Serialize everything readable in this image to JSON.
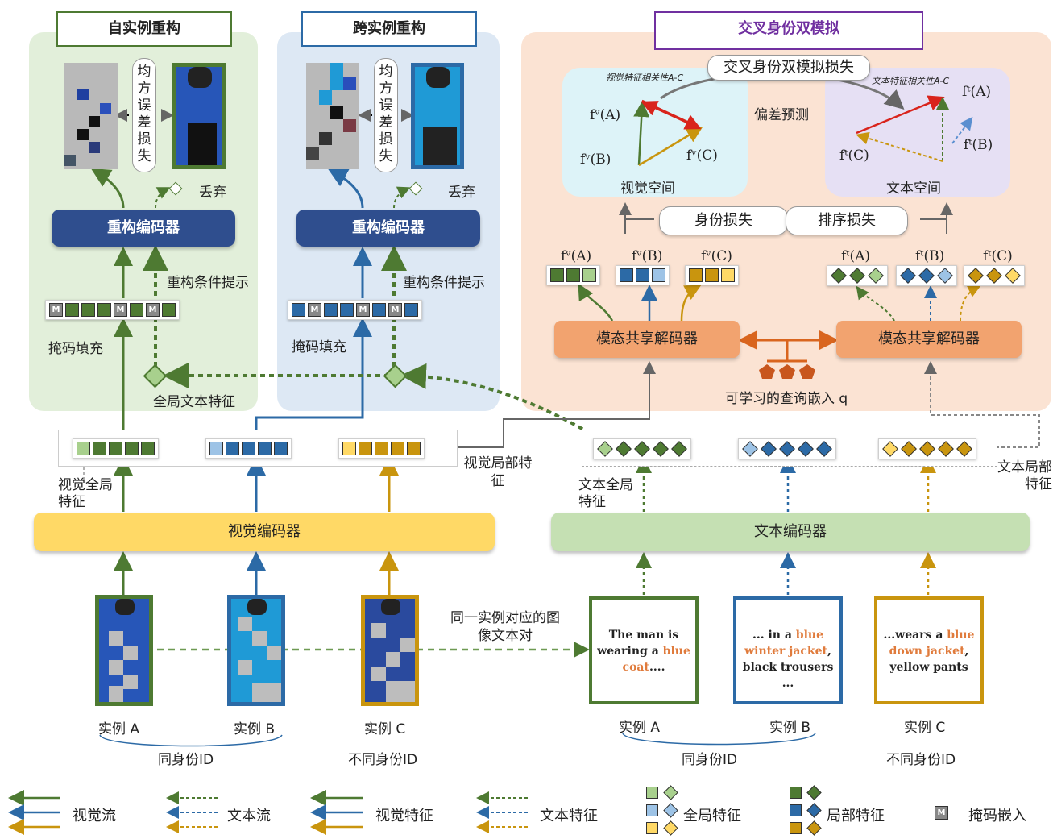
{
  "titles": {
    "self_recon": "自实例重构",
    "cross_recon": "跨实例重构",
    "cross_identity": "交叉身份双模拟"
  },
  "recon_panel": {
    "mse_loss": "均方误差损失",
    "discard": "丢弃",
    "recon_encoder": "重构编码器",
    "recon_prompt": "重构条件提示",
    "mask_fill": "掩码填充",
    "global_text_feature": "全局文本特征",
    "mask_token": "M"
  },
  "cross_panel": {
    "loss_title": "交叉身份双模拟损失",
    "bias_pred": "偏差预测",
    "visual_corr": "视觉特征相关性A-C",
    "text_corr": "文本特征相关性A-C",
    "visual_space": "视觉空间",
    "text_space": "文本空间",
    "id_loss": "身份损失",
    "rank_loss": "排序损失",
    "decoder_left": "模态共享解码器",
    "decoder_right": "模态共享解码器",
    "query_embed": "可学习的查询嵌入 q",
    "fv_A": "fᵛ(A)",
    "fv_B": "fᵛ(B)",
    "fv_C": "fᵛ(C)",
    "ft_A": "fᵗ(A)",
    "ft_B": "fᵗ(B)",
    "ft_C": "fᵗ(C)"
  },
  "features": {
    "visual_global": "视觉全局特征",
    "visual_local": "视觉局部特征",
    "text_global": "文本全局特征",
    "text_local": "文本局部特征",
    "visual_encoder": "视觉编码器",
    "text_encoder": "文本编码器",
    "pair_note": "同一实例对应的图像文本对"
  },
  "instances": {
    "img_a": "实例 A",
    "img_b": "实例 B",
    "img_c": "实例 C",
    "txt_a": "实例 A",
    "txt_b": "实例 B",
    "txt_c": "实例 C",
    "same_id_left": "同身份ID",
    "diff_id_left": "不同身份ID",
    "same_id_right": "同身份ID",
    "diff_id_right": "不同身份ID"
  },
  "texts": {
    "a_pre": "The man is wearing a ",
    "a_hl": "blue coat",
    "a_post": "....",
    "b_pre": "... in a ",
    "b_hl": "blue winter jacket",
    "b_post": ", black trousers ...",
    "c_pre": "...wears a ",
    "c_hl": "blue down jacket",
    "c_post": ", yellow pants"
  },
  "legend": {
    "visual_flow": "视觉流",
    "text_flow": "文本流",
    "visual_feature": "视觉特征",
    "text_feature": "文本特征",
    "global_feature": "全局特征",
    "local_feature": "局部特征",
    "mask_embed": "掩码嵌入"
  },
  "colors": {
    "green": "#4e7a32",
    "blue": "#2c6aa6",
    "gold": "#c9950e",
    "green_light": "#a8d08d",
    "blue_light": "#9dc3e6",
    "gold_light": "#ffd966",
    "navy": "#2f4e8e",
    "red": "#d9241c"
  }
}
